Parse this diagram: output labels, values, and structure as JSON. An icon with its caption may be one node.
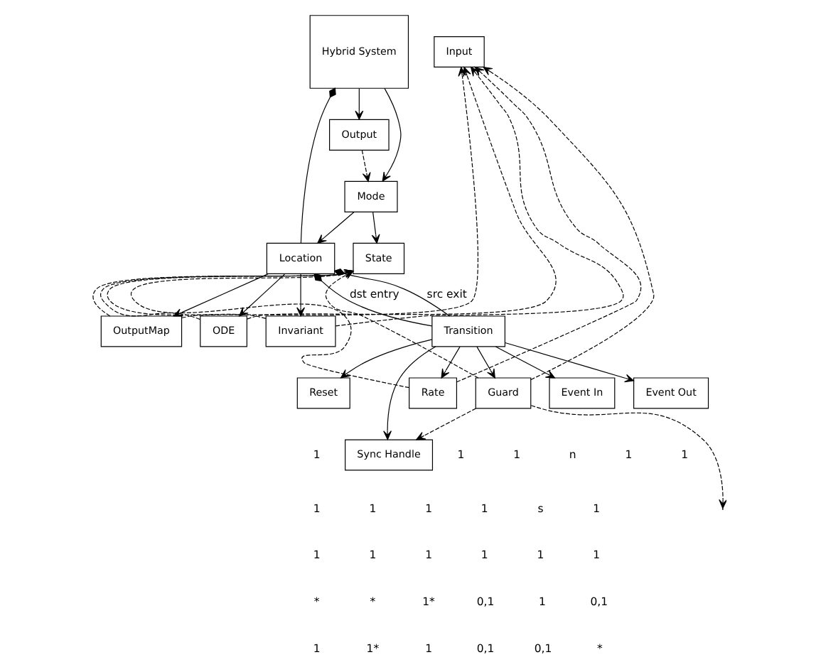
{
  "diagram": {
    "nodes": [
      {
        "text": [
          "Hybrid System"
        ]
      },
      {
        "text": [
          "Output"
        ]
      },
      {
        "text": [
          "State"
        ]
      },
      {
        "text": [
          "Input"
        ]
      },
      {
        "text": [
          "Mode"
        ]
      },
      {
        "text": [
          "Location"
        ]
      },
      {
        "text": [
          "OutputMap"
        ]
      },
      {
        "text": [
          "ODE"
        ]
      },
      {
        "text": [
          "Invariant"
        ]
      },
      {
        "text": [
          "Rate"
        ]
      },
      {
        "text": [
          "Event In"
        ]
      },
      {
        "text": [
          "Transition"
        ]
      },
      {
        "text": [
          "Guard"
        ]
      },
      {
        "text": [
          "Event Out"
        ]
      },
      {
        "text": [
          "Sync Handle"
        ]
      },
      {
        "text": [
          "Reset"
        ]
      }
    ],
    "edges": [
      {
        "from": 0,
        "to": 1,
        "arrow": "to"
      },
      {
        "from": 0,
        "to": 4,
        "arrow": "to"
      },
      {
        "from": 1,
        "to": 4,
        "arrow": "to",
        "style": "dashed"
      },
      {
        "from": 4,
        "to": 2,
        "arrow": "to"
      },
      {
        "from": 4,
        "to": 5,
        "arrow": "to"
      },
      {
        "from": 5,
        "to": 0,
        "arrow": "other"
      },
      {
        "from": 5,
        "to": 6,
        "arrow": "to"
      },
      {
        "from": 5,
        "to": 7,
        "arrow": "to"
      },
      {
        "from": 5,
        "to": 8,
        "arrow": "to"
      },
      {
        "from": 11,
        "to": 5,
        "arrow": "other",
        "label": "src exit"
      },
      {
        "from": 11,
        "to": 5,
        "arrow": "other",
        "label": "dst entry"
      },
      {
        "from": 11,
        "to": 10,
        "arrow": "to"
      },
      {
        "from": 11,
        "to": 13,
        "arrow": "to"
      },
      {
        "from": 11,
        "to": 15,
        "arrow": "to"
      },
      {
        "from": 11,
        "to": 9,
        "arrow": "to"
      },
      {
        "from": 11,
        "to": 12,
        "arrow": "to"
      },
      {
        "from": 11,
        "to": 14,
        "arrow": "to"
      },
      {
        "from": 6,
        "to": 3,
        "arrow": "to",
        "style": "dashed"
      },
      {
        "from": 7,
        "to": 3,
        "arrow": "to",
        "style": "dashed"
      },
      {
        "from": 8,
        "to": 3,
        "arrow": "to",
        "style": "dashed"
      },
      {
        "from": 9,
        "to": 3,
        "arrow": "to",
        "style": "dashed"
      },
      {
        "from": 12,
        "to": 3,
        "arrow": "to",
        "style": "dashed"
      },
      {
        "from": 6,
        "to": 2,
        "arrow": "to",
        "style": "dashed"
      },
      {
        "from": 7,
        "to": 2,
        "arrow": "to",
        "style": "dashed"
      },
      {
        "from": 8,
        "to": 2,
        "arrow": "to",
        "style": "dashed"
      },
      {
        "from": 9,
        "to": 2,
        "arrow": "to",
        "style": "dashed"
      },
      {
        "from": 12,
        "to": 2,
        "arrow": "to",
        "style": "dashed"
      },
      {
        "from": 12,
        "to": 14,
        "arrow": "to",
        "style": "dashed"
      },
      {
        "from": 12,
        "to": null,
        "arrow": "to",
        "style": "dashed"
      }
    ],
    "labels": [
      "1",
      "1",
      "1",
      "n",
      "1",
      "1",
      "1",
      "1",
      "1",
      "1",
      "s",
      "1",
      "1",
      "1",
      "1",
      "1",
      "1",
      "1",
      "*",
      "*",
      "1*",
      "0,1",
      "1",
      "0,1",
      "1",
      "1*",
      "1",
      "0,1",
      "0,1",
      "*"
    ]
  }
}
